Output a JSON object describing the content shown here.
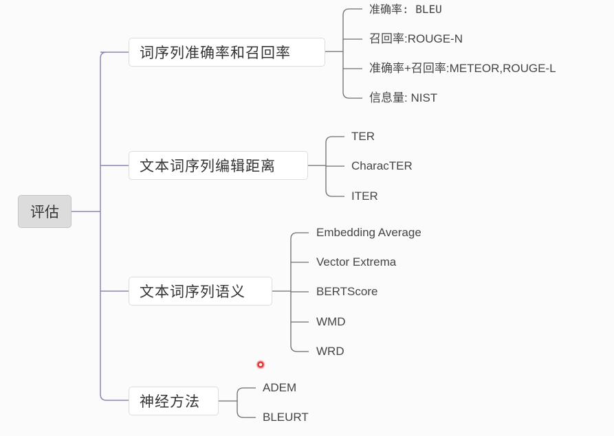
{
  "root": {
    "label": "评估"
  },
  "branches": [
    {
      "label": "词序列准确率和召回率",
      "children": [
        "准确率: BLEU",
        "召回率:ROUGE-N",
        "准确率+召回率:METEOR,ROUGE-L",
        "信息量: NIST"
      ]
    },
    {
      "label": "文本词序列编辑距离",
      "children": [
        "TER",
        "CharacTER",
        "ITER"
      ]
    },
    {
      "label": "文本词序列语义",
      "children": [
        "Embedding Average",
        "Vector Extrema",
        "BERTScore",
        "WMD",
        "WRD"
      ]
    },
    {
      "label": "神经方法",
      "children": [
        "ADEM",
        "BLEURT"
      ]
    }
  ],
  "colors": {
    "main_connector": "#8c85b5",
    "sub_connector": "#6b6b6b"
  }
}
